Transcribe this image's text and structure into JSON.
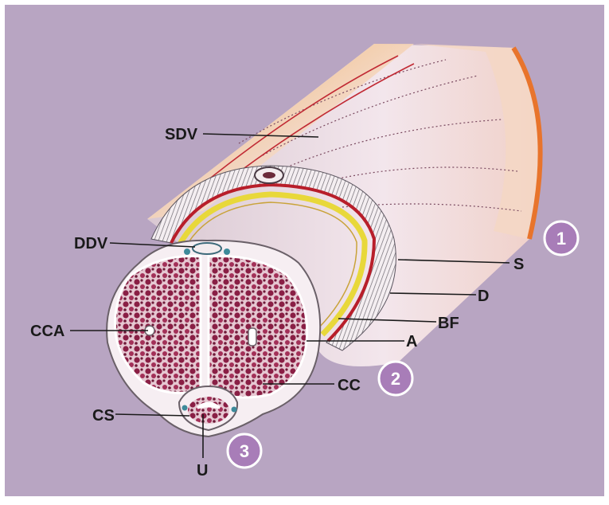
{
  "colors": {
    "background": "#b8a5c2",
    "border": "#ffffff",
    "badge": "#a87db8",
    "skin": "#e9b48a",
    "sheath": "#f1e1e8",
    "tunica": "#f6eef2",
    "tissue": "#7e2240",
    "fascia_yellow": "#e8d83a",
    "vessel_red": "#b81e2a"
  },
  "labels": {
    "sdv": "SDV",
    "ddv": "DDV",
    "cca": "CCA",
    "cs": "CS",
    "u": "U",
    "s": "S",
    "d": "D",
    "bf": "BF",
    "a": "A",
    "cc": "CC"
  },
  "badges": [
    "1",
    "2",
    "3"
  ]
}
